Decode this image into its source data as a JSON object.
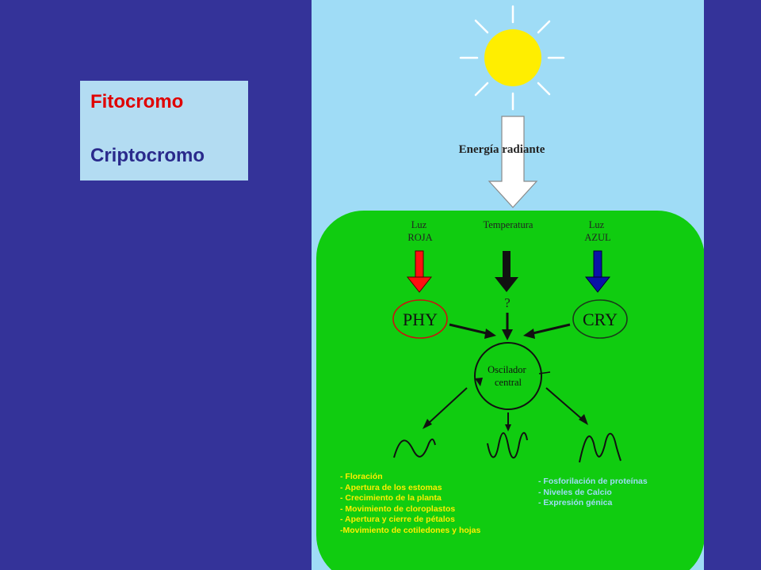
{
  "legend": {
    "fitocromo": "Fitocromo",
    "criptocromo": "Criptocromo"
  },
  "diagram": {
    "energy_label": "Energía radiante",
    "inputs": {
      "red_light": "Luz\nROJA",
      "temperature": "Temperatura",
      "blue_light": "Luz\nAZUL"
    },
    "unknown_mark": "?",
    "phy": "PHY",
    "cry": "CRY",
    "oscillator": "Oscilador\ncentral",
    "outputs_left": [
      "- Floración",
      "- Apertura de los estomas",
      "- Crecimiento de la planta",
      "- Movimiento de cloroplastos",
      "- Apertura y cierre de pétalos",
      "-Movimiento de cotiledones y hojas"
    ],
    "outputs_right": [
      "- Fosforilación de proteínas",
      "- Niveles de Calcio",
      "- Expresión génica"
    ]
  },
  "colors": {
    "page_bg": "#343399",
    "legend_bg": "#b3dcf2",
    "fitocromo_text": "#e00000",
    "criptocromo_text": "#2a2a8c",
    "sky": "#9fdcf6",
    "field": "#10cc10",
    "sun": "#ffee00",
    "red_arrow": "#ff1010",
    "blue_arrow": "#0a12a8",
    "list_left_text": "#ffee00",
    "list_right_text": "#9fdcf6"
  }
}
